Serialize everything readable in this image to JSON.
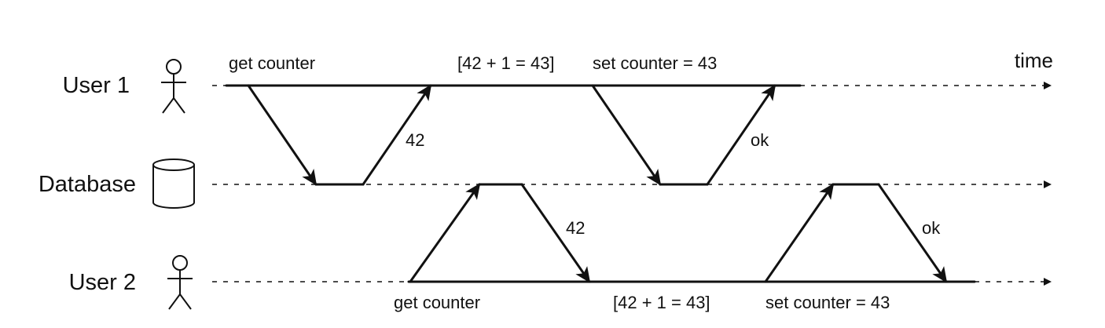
{
  "lanes": {
    "user1": {
      "label": "User 1"
    },
    "database": {
      "label": "Database"
    },
    "user2": {
      "label": "User 2"
    }
  },
  "time_label": "time",
  "annotations": {
    "u1_get": "get counter",
    "u1_compute": "[42 + 1 = 43]",
    "u1_set": "set counter = 43",
    "u1_read_value": "42",
    "u1_ack": "ok",
    "u2_read_value": "42",
    "u2_ack": "ok",
    "u2_get": "get counter",
    "u2_compute": "[42 + 1 = 43]",
    "u2_set": "set counter = 43"
  },
  "icons": {
    "user1": "stick-figure-icon",
    "database": "database-cylinder-icon",
    "user2": "stick-figure-icon"
  }
}
